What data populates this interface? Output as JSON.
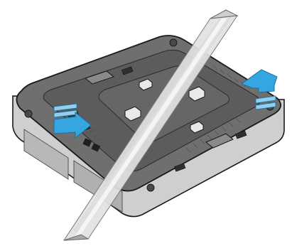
{
  "figure": {
    "alt_name": "device-underside-mounting-illustration"
  },
  "colors": {
    "background": "#ffffff",
    "device_body": "#6f6f6f",
    "device_top_face": "#5a5a5a",
    "device_rim": "#8a8a8a",
    "device_outline": "#1a1a1a",
    "device_side": "#cfcfcf",
    "device_side_dark": "#a9a9a9",
    "strip_face": "#d8d8d8",
    "strip_edge": "#bdbdbd",
    "arrow_fill": "#35a6e0",
    "arrow_light": "#8fd0f2",
    "clip_fill": "#e9e9e9"
  },
  "arrows": [
    {
      "name": "arrow-in",
      "direction": "down-right"
    },
    {
      "name": "arrow-out",
      "direction": "up-left"
    }
  ]
}
